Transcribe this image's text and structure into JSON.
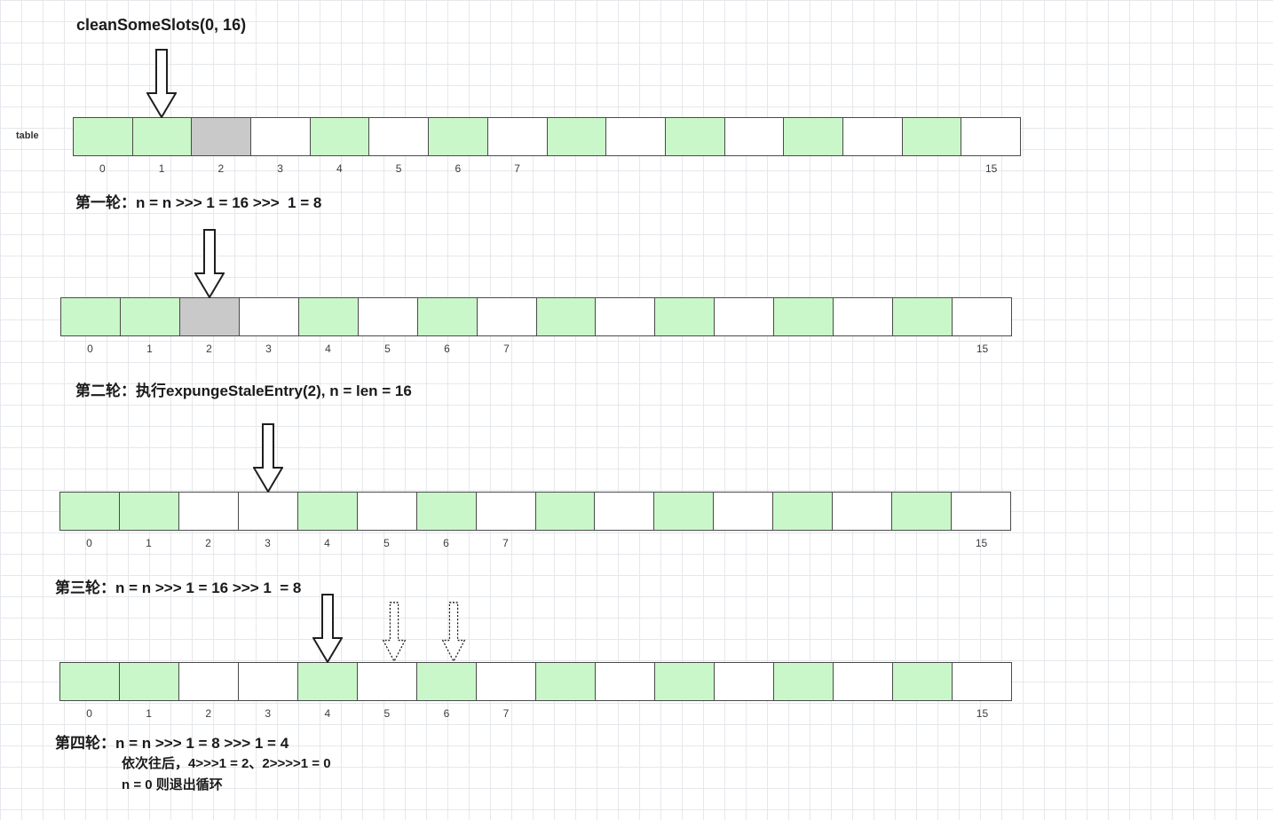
{
  "page": {
    "title": "cleanSomeSlots(0, 16)",
    "table_label": "table"
  },
  "colors": {
    "green": "#c9f7c9",
    "gray": "#c9c9c9",
    "empty": "#ffffff",
    "border": "#4a4a4a",
    "arrow_stroke": "#1f1f1f"
  },
  "captions": [
    "第一轮：n = n >>> 1 = 16 >>>  1 = 8",
    "第二轮：执行expungeStaleEntry(2), n = len = 16",
    "第三轮：n = n >>> 1 = 16 >>> 1  = 8",
    "第四轮：n = n >>> 1 = 8 >>> 1 = 4",
    "依次往后，4>>>1 = 2、2>>>>1 = 0",
    "n = 0 则退出循环"
  ],
  "arrays": [
    {
      "name": "initial-table",
      "solid_arrow_index": 1,
      "dotted_arrow_indices": [],
      "cells": [
        "green",
        "green",
        "gray",
        "empty",
        "green",
        "empty",
        "green",
        "empty",
        "green",
        "empty",
        "green",
        "empty",
        "green",
        "empty",
        "green",
        "empty"
      ],
      "index_labels": [
        "0",
        "1",
        "2",
        "3",
        "4",
        "5",
        "6",
        "7",
        "",
        "",
        "",
        "",
        "",
        "",
        "",
        "15"
      ]
    },
    {
      "name": "after-round-1",
      "solid_arrow_index": 2,
      "dotted_arrow_indices": [],
      "cells": [
        "green",
        "green",
        "gray",
        "empty",
        "green",
        "empty",
        "green",
        "empty",
        "green",
        "empty",
        "green",
        "empty",
        "green",
        "empty",
        "green",
        "empty"
      ],
      "index_labels": [
        "0",
        "1",
        "2",
        "3",
        "4",
        "5",
        "6",
        "7",
        "",
        "",
        "",
        "",
        "",
        "",
        "",
        "15"
      ]
    },
    {
      "name": "after-round-2",
      "solid_arrow_index": 3,
      "dotted_arrow_indices": [],
      "cells": [
        "green",
        "green",
        "empty",
        "empty",
        "green",
        "empty",
        "green",
        "empty",
        "green",
        "empty",
        "green",
        "empty",
        "green",
        "empty",
        "green",
        "empty"
      ],
      "index_labels": [
        "0",
        "1",
        "2",
        "3",
        "4",
        "5",
        "6",
        "7",
        "",
        "",
        "",
        "",
        "",
        "",
        "",
        "15"
      ]
    },
    {
      "name": "after-round-3",
      "solid_arrow_index": 4,
      "dotted_arrow_indices": [
        5,
        6
      ],
      "cells": [
        "green",
        "green",
        "empty",
        "empty",
        "green",
        "empty",
        "green",
        "empty",
        "green",
        "empty",
        "green",
        "empty",
        "green",
        "empty",
        "green",
        "empty"
      ],
      "index_labels": [
        "0",
        "1",
        "2",
        "3",
        "4",
        "5",
        "6",
        "7",
        "",
        "",
        "",
        "",
        "",
        "",
        "",
        "15"
      ]
    }
  ]
}
